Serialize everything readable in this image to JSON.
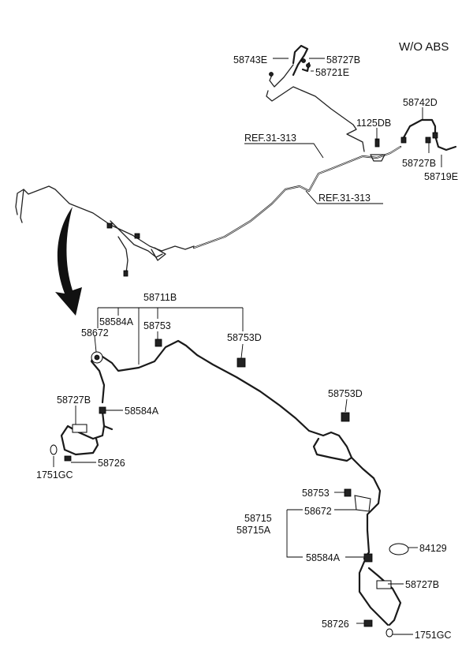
{
  "diagram": {
    "title": "W/O ABS",
    "top_labels": {
      "p58743E": "58743E",
      "p58727B_top": "58727B",
      "p58721E": "58721E",
      "p58742D": "58742D",
      "p1125DB": "1125DB",
      "ref1": "REF.31-313",
      "ref2": "REF.31-313",
      "p58727B_right": "58727B",
      "p58719E": "58719E"
    },
    "detail_labels": {
      "p58711B": "58711B",
      "p58584A_top": "58584A",
      "p58753_top": "58753",
      "p58672_left": "58672",
      "p58753D_a": "58753D",
      "p58753D_b": "58753D",
      "p58727B_left": "58727B",
      "p58584A_left": "58584A",
      "p58726_left": "58726",
      "p1751GC_left": "1751GC",
      "p58753_right": "58753",
      "p58715": "58715",
      "p58715A": "58715A",
      "p58672_right": "58672",
      "p84129": "84129",
      "p58584A_right": "58584A",
      "p58727B_bottom": "58727B",
      "p58726_bottom": "58726",
      "p1751GC_bottom": "1751GC"
    }
  }
}
